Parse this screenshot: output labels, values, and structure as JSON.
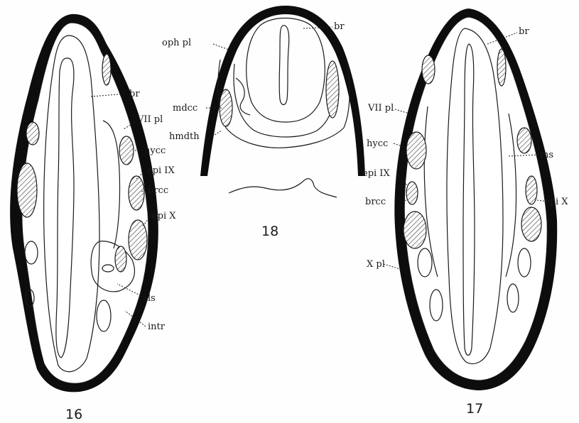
{
  "figures": {
    "fig16": {
      "number": "16",
      "labels": {
        "br": "br",
        "vii_pl": "VII pl",
        "hycc": "hycc",
        "epi_ix": "epi IX",
        "brcc": "brcc",
        "epi_x": "epi X",
        "ls": "ls",
        "intr": "intr"
      }
    },
    "fig17": {
      "number": "17",
      "labels": {
        "br": "br",
        "vii_pl": "VII pl",
        "hycc": "hycc",
        "epi_ix": "epi IX",
        "brcc": "brcc",
        "x_pl": "X pl",
        "ms": "ms",
        "epi_x": "epi X"
      }
    },
    "fig18": {
      "number": "18",
      "labels": {
        "oph_pl": "oph pl",
        "br": "br",
        "mdcc": "mdcc",
        "hmdth": "hmdth"
      }
    }
  }
}
